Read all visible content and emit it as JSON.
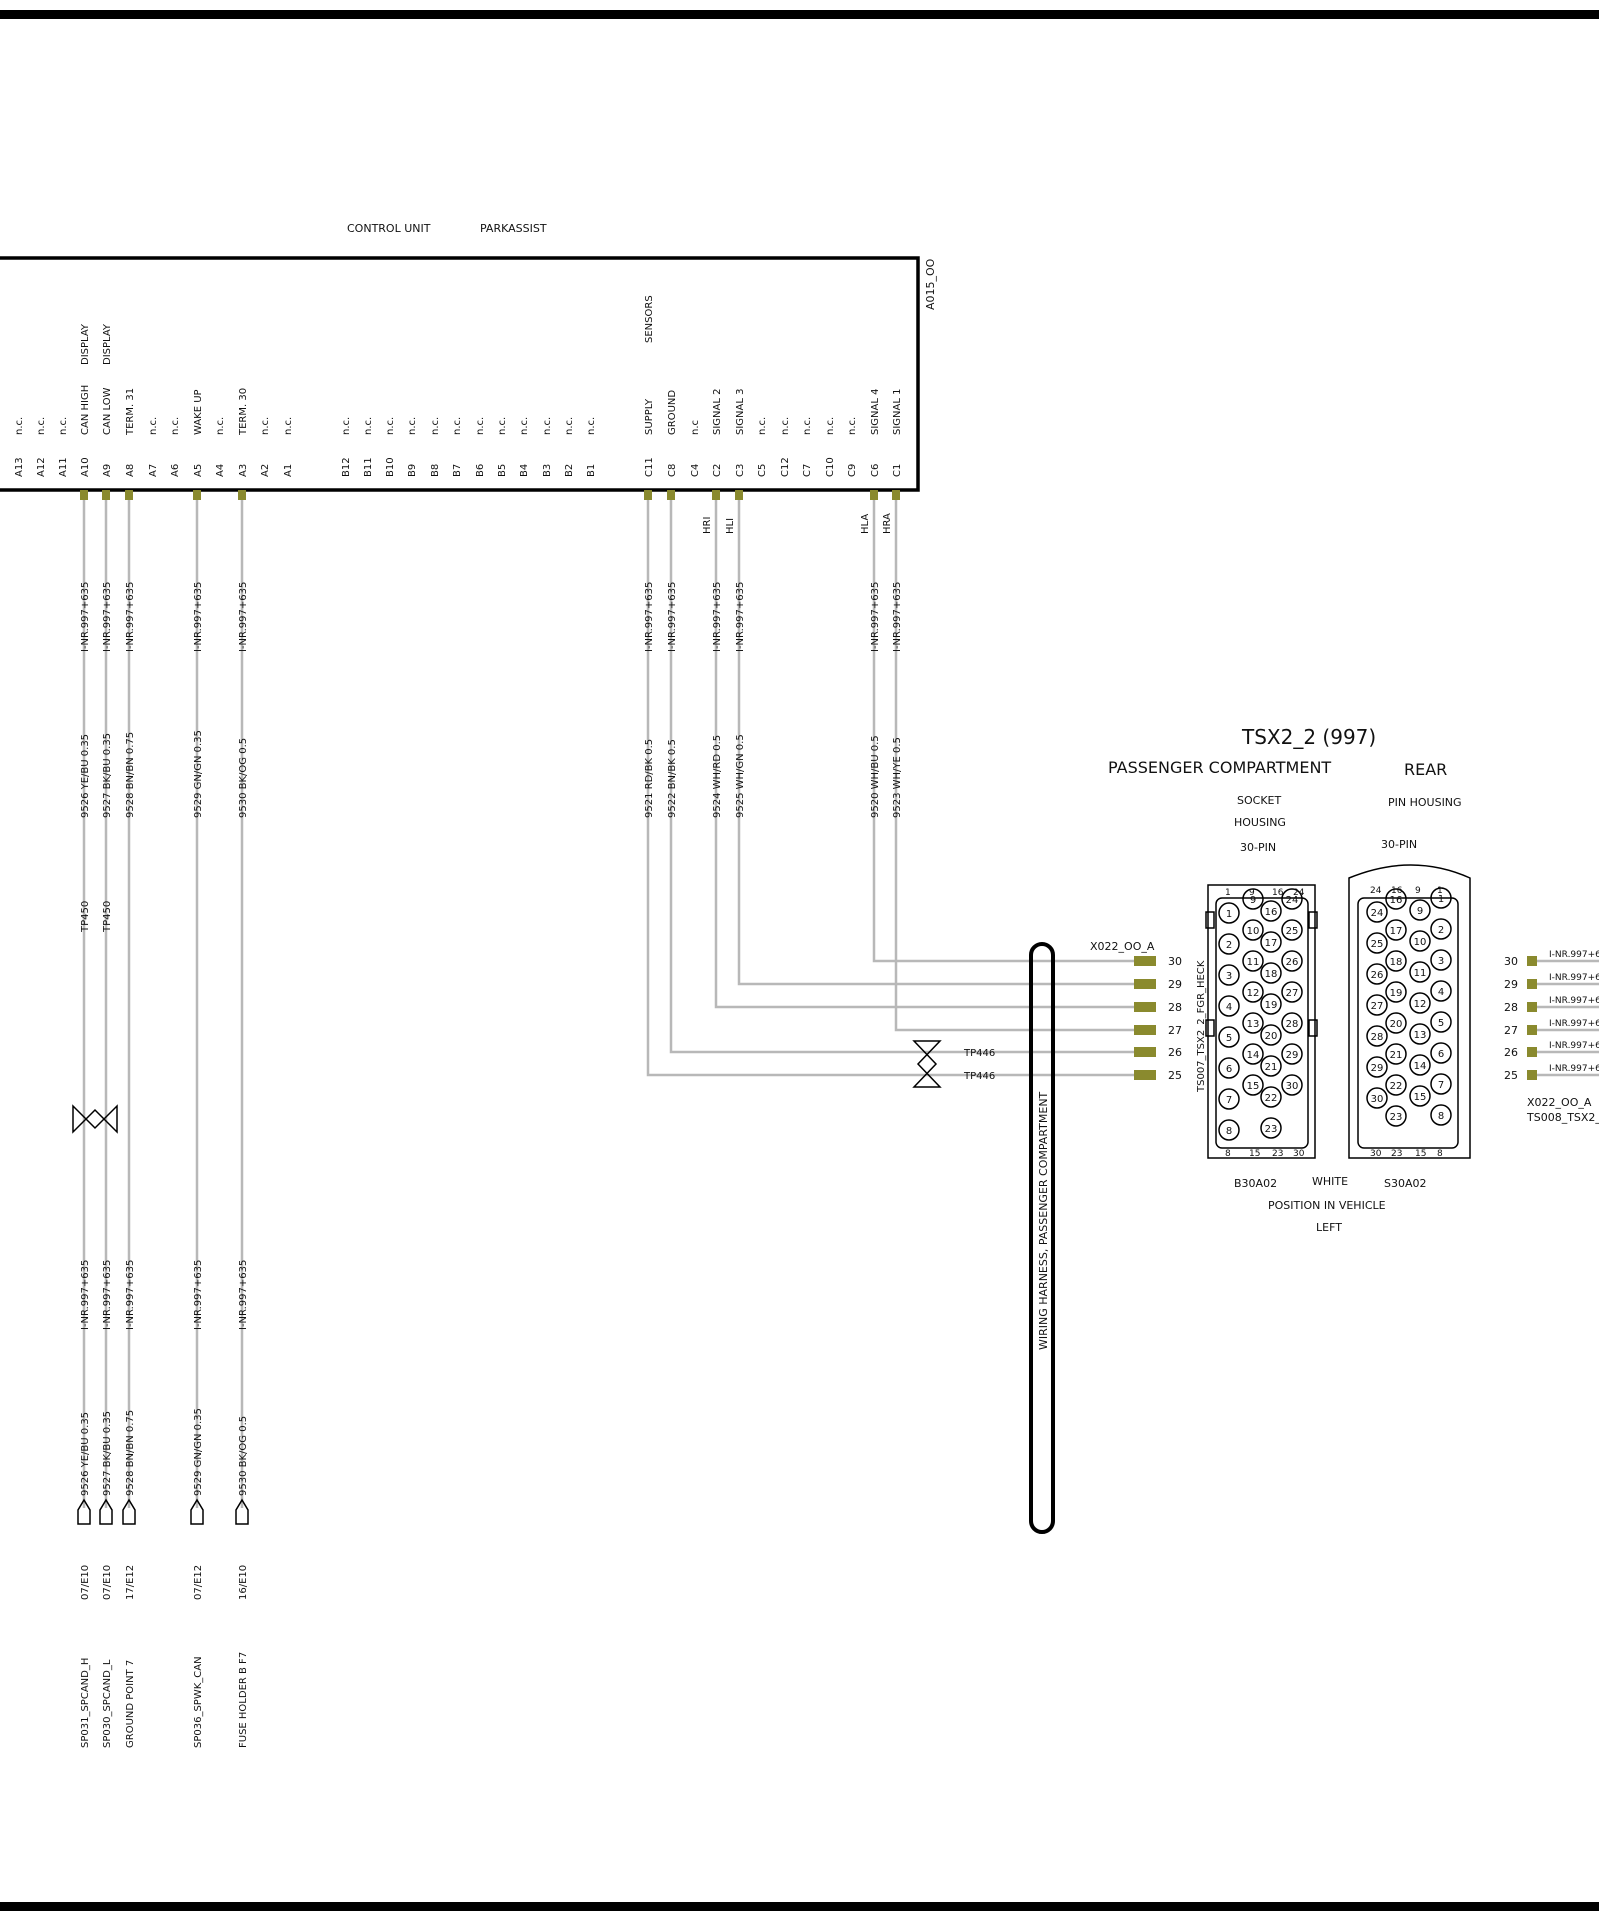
{
  "header": {
    "control_unit_label": "CONTROL UNIT",
    "control_unit_name": "PARKASSIST",
    "box_id": "A015_OO",
    "display_group": "DISPLAY",
    "sensors_group": "SENSORS"
  },
  "pins_a": [
    {
      "pin": "A13",
      "func": "n.c."
    },
    {
      "pin": "A12",
      "func": "n.c."
    },
    {
      "pin": "A11",
      "func": "n.c."
    },
    {
      "pin": "A10",
      "func": "CAN HIGH",
      "group": "DISPLAY",
      "wire": true,
      "insulation": "I-NR.997+635",
      "color_code": "9526 YE/BU 0.35",
      "tp": "TP450",
      "insulation2": "I-NR.997+635",
      "color_code2": "9526 YE/BU 0.35",
      "ref": "07/E10",
      "dest": "SP031_SPCAND_H"
    },
    {
      "pin": "A9",
      "func": "CAN  LOW",
      "group": "DISPLAY",
      "wire": true,
      "insulation": "I-NR.997+635",
      "color_code": "9527 BK/BU 0.35",
      "tp": "TP450",
      "insulation2": "I-NR.997+635",
      "color_code2": "9527 BK/BU 0.35",
      "ref": "07/E10",
      "dest": "SP030_SPCAND_L"
    },
    {
      "pin": "A8",
      "func": "TERM. 31",
      "wire": true,
      "insulation": "I-NR.997+635",
      "color_code": "9528 BN/BN 0.75",
      "insulation2": "I-NR.997+635",
      "color_code2": "9528 BN/BN 0.75",
      "ref": "17/E12",
      "dest": "GROUND POINT 7"
    },
    {
      "pin": "A7",
      "func": "n.c."
    },
    {
      "pin": "A6",
      "func": "n.c."
    },
    {
      "pin": "A5",
      "func": "WAKE UP",
      "wire": true,
      "insulation": "I-NR.997+635",
      "color_code": "9529 GN/GN 0.35",
      "insulation2": "I-NR.997+635",
      "color_code2": "9529 GN/GN 0.35",
      "ref": "07/E12",
      "dest": "SP036_SPWK_CAN"
    },
    {
      "pin": "A4",
      "func": "n.c."
    },
    {
      "pin": "A3",
      "func": "TERM. 30",
      "wire": true,
      "insulation": "I-NR.997+635",
      "color_code": "9530 BK/OG 0.5",
      "insulation2": "I-NR.997+635",
      "color_code2": "9530 BK/OG 0.5",
      "ref": "16/E10",
      "dest": "FUSE HOLDER B    F7"
    },
    {
      "pin": "A2",
      "func": "n.c."
    },
    {
      "pin": "A1",
      "func": "n.c."
    }
  ],
  "pins_b": [
    "B12",
    "B11",
    "B10",
    "B9",
    "B8",
    "B7",
    "B6",
    "B5",
    "B4",
    "B3",
    "B2",
    "B1"
  ],
  "pins_b_func": "n.c.",
  "pins_c": [
    {
      "pin": "C11",
      "func": "SUPPLY",
      "wire": true,
      "insulation": "I-NR.997+635",
      "color_code": "9521 RD/BK 0.5",
      "conn_pin": "25",
      "tp": "TP446"
    },
    {
      "pin": "C8",
      "func": "GROUND",
      "wire": true,
      "insulation": "I-NR.997+635",
      "color_code": "9522 BN/BK 0.5",
      "conn_pin": "26",
      "tp": "TP446"
    },
    {
      "pin": "C4",
      "func": "n.c"
    },
    {
      "pin": "C2",
      "func": "SIGNAL   2",
      "signal": "HRI",
      "wire": true,
      "insulation": "I-NR.997+635",
      "color_code": "9524 WH/RD 0.5",
      "conn_pin": "28"
    },
    {
      "pin": "C3",
      "func": "SIGNAL   3",
      "signal": "HLI",
      "wire": true,
      "insulation": "I-NR.997+635",
      "color_code": "9525 WH/GN 0.5",
      "conn_pin": "29"
    },
    {
      "pin": "C5",
      "func": "n.c."
    },
    {
      "pin": "C12",
      "func": "n.c."
    },
    {
      "pin": "C7",
      "func": "n.c."
    },
    {
      "pin": "C10",
      "func": "n.c."
    },
    {
      "pin": "C9",
      "func": "n.c."
    },
    {
      "pin": "C6",
      "func": "SIGNAL   4",
      "signal": "HLA",
      "wire": true,
      "insulation": "I-NR.997+635",
      "color_code": "9520 WH/BU 0.5",
      "conn_pin": "30"
    },
    {
      "pin": "C1",
      "func": "SIGNAL   1",
      "signal": "HRA",
      "wire": true,
      "insulation": "I-NR.997+635",
      "color_code": "9523 WH/YE 0.5",
      "conn_pin": "27"
    }
  ],
  "harness": {
    "label": "WIRING HARNESS, PASSENGER COMPARTMENT"
  },
  "connector": {
    "title": "TSX2_2 (997)",
    "location": "PASSENGER COMPARTMENT",
    "side": "REAR",
    "socket_line1": "SOCKET",
    "socket_line2": "HOUSING",
    "socket_pins": "30-PIN",
    "pin_housing": "PIN HOUSING",
    "pin_housing_pins": "30-PIN",
    "left_id": "X022_OO_A",
    "socket_side_label": "TS007_TSX2_2_FGR_HECK",
    "socket_part": "B30A02",
    "color": "WHITE",
    "pin_part": "S30A02",
    "position_label": "POSITION IN VEHICLE",
    "position_value": "LEFT",
    "right_id": "X022_OO_A",
    "right_sub": "TS008_TSX2_",
    "pin_numbers": [
      "30",
      "29",
      "28",
      "27",
      "26",
      "25"
    ],
    "right_insulation": "I-NR.997+6",
    "socket_top": [
      "1",
      "9",
      "16",
      "24"
    ],
    "socket_bottom": [
      "8",
      "15",
      "23",
      "30"
    ],
    "pin_top": [
      "24",
      "16",
      "9",
      "1"
    ],
    "pin_bottom": [
      "30",
      "23",
      "15",
      "8"
    ]
  }
}
